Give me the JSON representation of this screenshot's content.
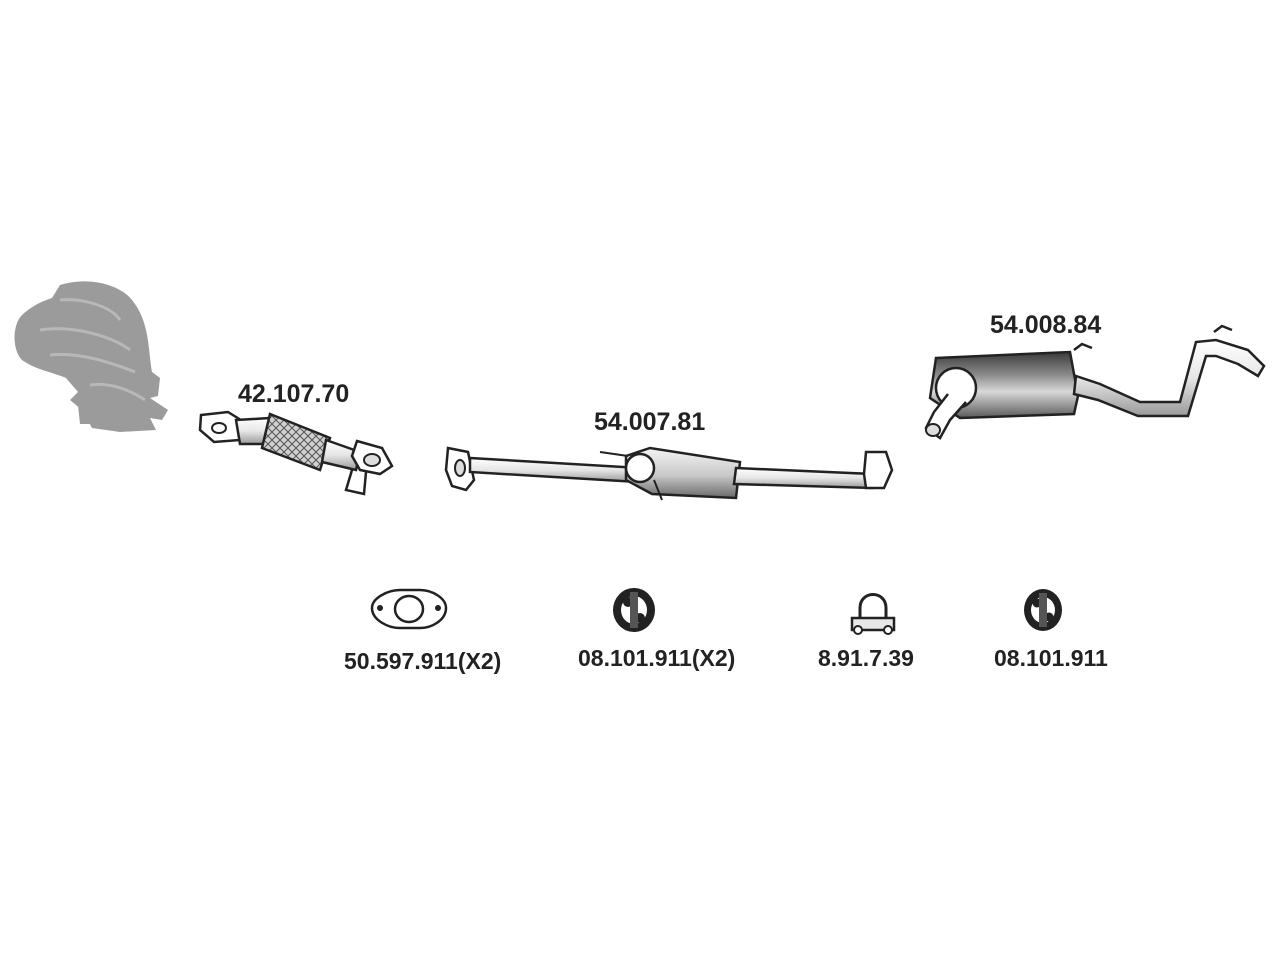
{
  "diagram": {
    "parts": {
      "front_pipe": {
        "part_number": "42.107.70"
      },
      "center_silencer": {
        "part_number": "54.007.81"
      },
      "rear_silencer": {
        "part_number": "54.008.84"
      }
    },
    "accessories": [
      {
        "name": "gasket",
        "part_number": "50.597.911(X2)"
      },
      {
        "name": "rubber-mount",
        "part_number": "08.101.911(X2)"
      },
      {
        "name": "u-clamp",
        "part_number": "8.91.7.39"
      },
      {
        "name": "rubber-mount-single",
        "part_number": "08.101.911"
      }
    ],
    "colors": {
      "engine_silhouette": "#9b9b9b",
      "line": "#222222",
      "shade": "#cfcfcf",
      "muffler_dark": "#5a5a5a"
    }
  }
}
